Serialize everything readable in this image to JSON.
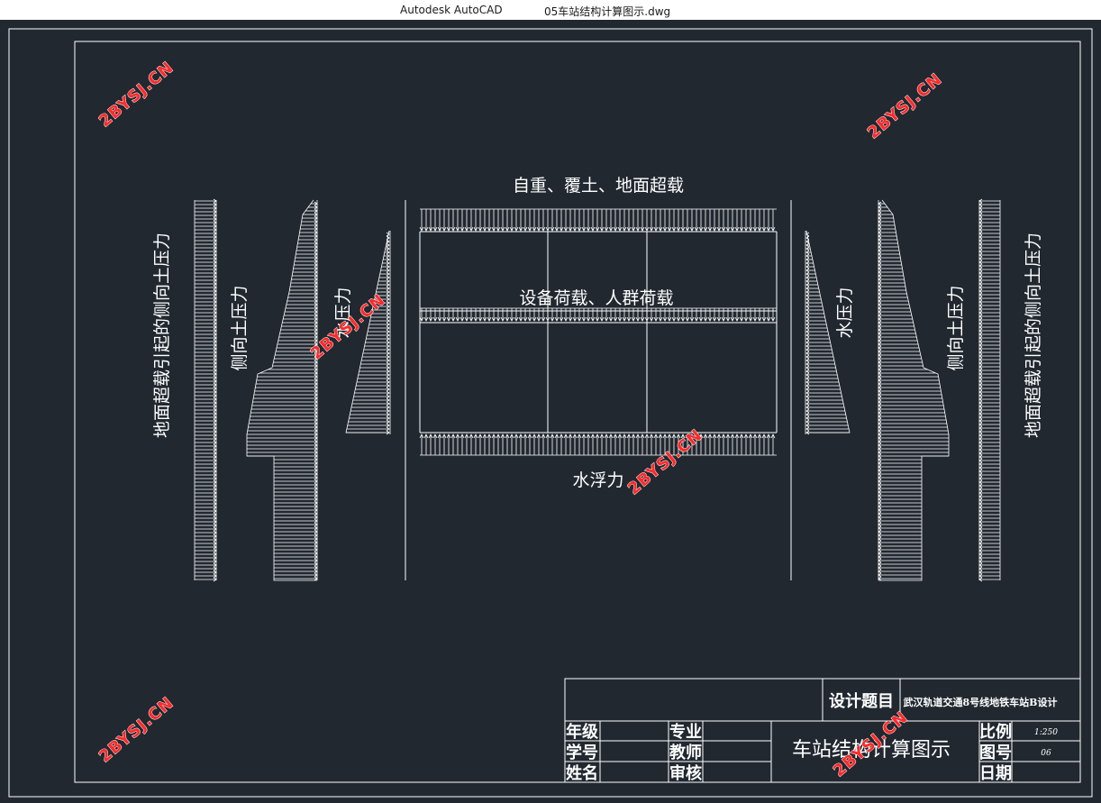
{
  "window": {
    "app_name": "Autodesk AutoCAD",
    "document_name": "05车站结构计算图示.dwg"
  },
  "drawing": {
    "line_color": "#ffffff",
    "background": "#212830",
    "labels": {
      "top_load": "自重、覆土、地面超载",
      "middle_load": "设备荷载、人群荷载",
      "buoyancy": "水浮力",
      "surcharge_lateral": "地面超载引起的侧向土压力",
      "lateral_earth": "侧向土压力",
      "water_pressure": "水压力"
    }
  },
  "title_block": {
    "design_topic_label": "设计题目",
    "design_topic_value": "武汉轨道交通8号线地铁车站B设计",
    "drawing_title": "车站结构计算图示",
    "left_rows": [
      {
        "label": "年级",
        "value": "",
        "label2": "专业",
        "value2": ""
      },
      {
        "label": "学号",
        "value": "",
        "label2": "教师",
        "value2": ""
      },
      {
        "label": "姓名",
        "value": "",
        "label2": "审核",
        "value2": ""
      }
    ],
    "right_rows": [
      {
        "label": "比例",
        "value": "1:250"
      },
      {
        "label": "图号",
        "value": "06"
      },
      {
        "label": "日期",
        "value": ""
      }
    ]
  },
  "watermark": "2BYSJ.CN"
}
